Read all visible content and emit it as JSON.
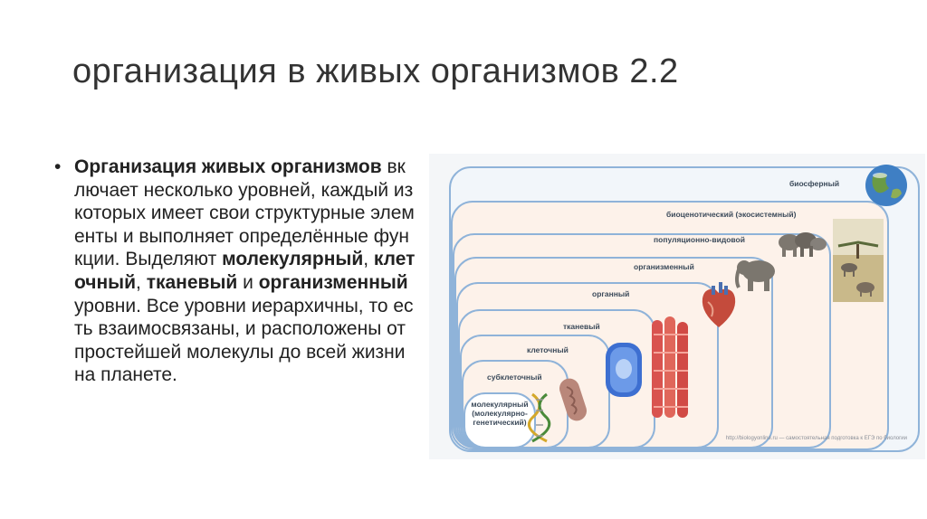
{
  "slide": {
    "title": "организация в живых организмов 2.2"
  },
  "content": {
    "bullet": "•",
    "p_bold_1": "Организация живых организмов",
    "p_text_1": " включает несколько уровней, каждый из которых имеет свои структурные элементы и выполняет определённые функции. Выделяют ",
    "p_bold_2": "молекулярный",
    "p_text_2": ", ",
    "p_bold_3": "клеточный",
    "p_text_3": ", ",
    "p_bold_4": "тканевый",
    "p_text_4": " и ",
    "p_bold_5": "организменный",
    "p_text_5": " уровни. Все уровни иерархичны, то есть взаимосвязаны, и расположены от простейшей молекулы до всей жизни на планете."
  },
  "figure": {
    "levels": [
      {
        "label": "биосферный"
      },
      {
        "label": "биоценотический (экосистемный)"
      },
      {
        "label": "популяционно-видовой"
      },
      {
        "label": "организменный"
      },
      {
        "label": "органный"
      },
      {
        "label": "тканевый"
      },
      {
        "label": "клеточный"
      },
      {
        "label": "субклеточный"
      },
      {
        "label": "молекулярный (молекулярно-генетический)"
      }
    ],
    "source": "http://biologyonline.ru — самостоятельная подготовка к ЕГЭ по биологии",
    "colors": {
      "border": "#8fb3d9",
      "fill_peach": "#fdf2ea",
      "fill_outer": "#f2f6fa"
    },
    "icons": [
      "earth-globe-icon",
      "savanna-ecosystem-image",
      "elephant-herd-image",
      "elephant-image",
      "heart-image",
      "muscle-tissue-image",
      "cell-image",
      "mitochondrion-image",
      "dna-helix-image"
    ]
  }
}
